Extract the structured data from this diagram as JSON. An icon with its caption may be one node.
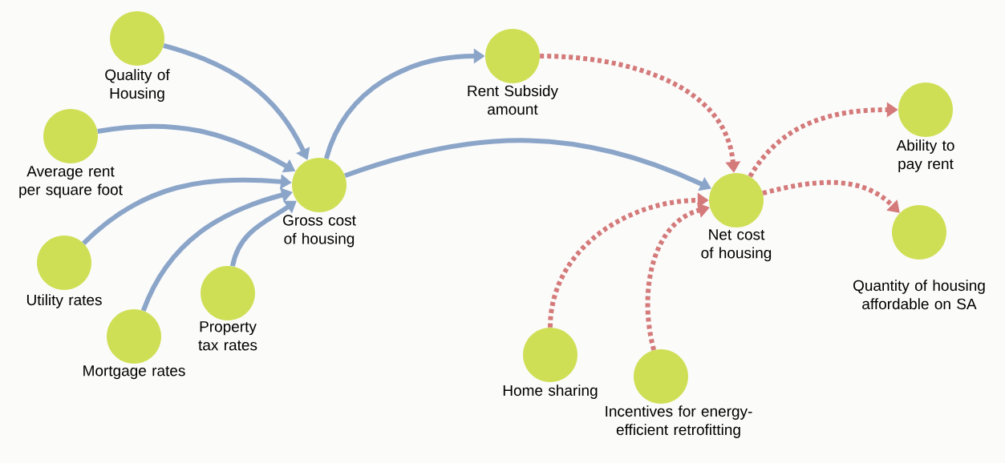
{
  "diagram": {
    "nodes": [
      {
        "text": [
          "Quality of Housing"
        ]
      },
      {
        "text": [
          "Average rent per square foot"
        ]
      },
      {
        "text": [
          "Utility rates"
        ]
      },
      {
        "text": [
          "Mortgage rates"
        ]
      },
      {
        "text": [
          "Property tax rates"
        ]
      },
      {
        "text": [
          "Gross cost of housing"
        ]
      },
      {
        "text": [
          "Rent Subsidy amount"
        ]
      },
      {
        "text": [
          "Net cost of housing"
        ]
      },
      {
        "text": [
          "Ability to pay rent"
        ]
      },
      {
        "text": [
          "Quantity of housing affordable on SA"
        ]
      },
      {
        "text": [
          "Home sharing"
        ]
      },
      {
        "text": [
          "Incentives for energy-efficient retrofitting"
        ]
      }
    ],
    "edges": [
      {
        "from": 0,
        "to": 5,
        "arrow": "to"
      },
      {
        "from": 1,
        "to": 5,
        "arrow": "to"
      },
      {
        "from": 2,
        "to": 5,
        "arrow": "to"
      },
      {
        "from": 3,
        "to": 5,
        "arrow": "to"
      },
      {
        "from": 4,
        "to": 5,
        "arrow": "to"
      },
      {
        "from": 5,
        "to": 6,
        "arrow": "to"
      },
      {
        "from": 5,
        "to": 7,
        "arrow": "to"
      },
      {
        "from": 6,
        "to": 7,
        "arrow": "to",
        "style": "dashed",
        "color": "#d47a7a"
      },
      {
        "from": 7,
        "to": 8,
        "arrow": "to",
        "style": "dashed",
        "color": "#d47a7a"
      },
      {
        "from": 7,
        "to": 9,
        "arrow": "to",
        "style": "dashed",
        "color": "#d47a7a"
      },
      {
        "from": 10,
        "to": 7,
        "arrow": "to",
        "style": "dashed",
        "color": "#d47a7a"
      },
      {
        "from": 11,
        "to": 7,
        "arrow": "to",
        "style": "dashed",
        "color": "#d47a7a"
      }
    ]
  }
}
